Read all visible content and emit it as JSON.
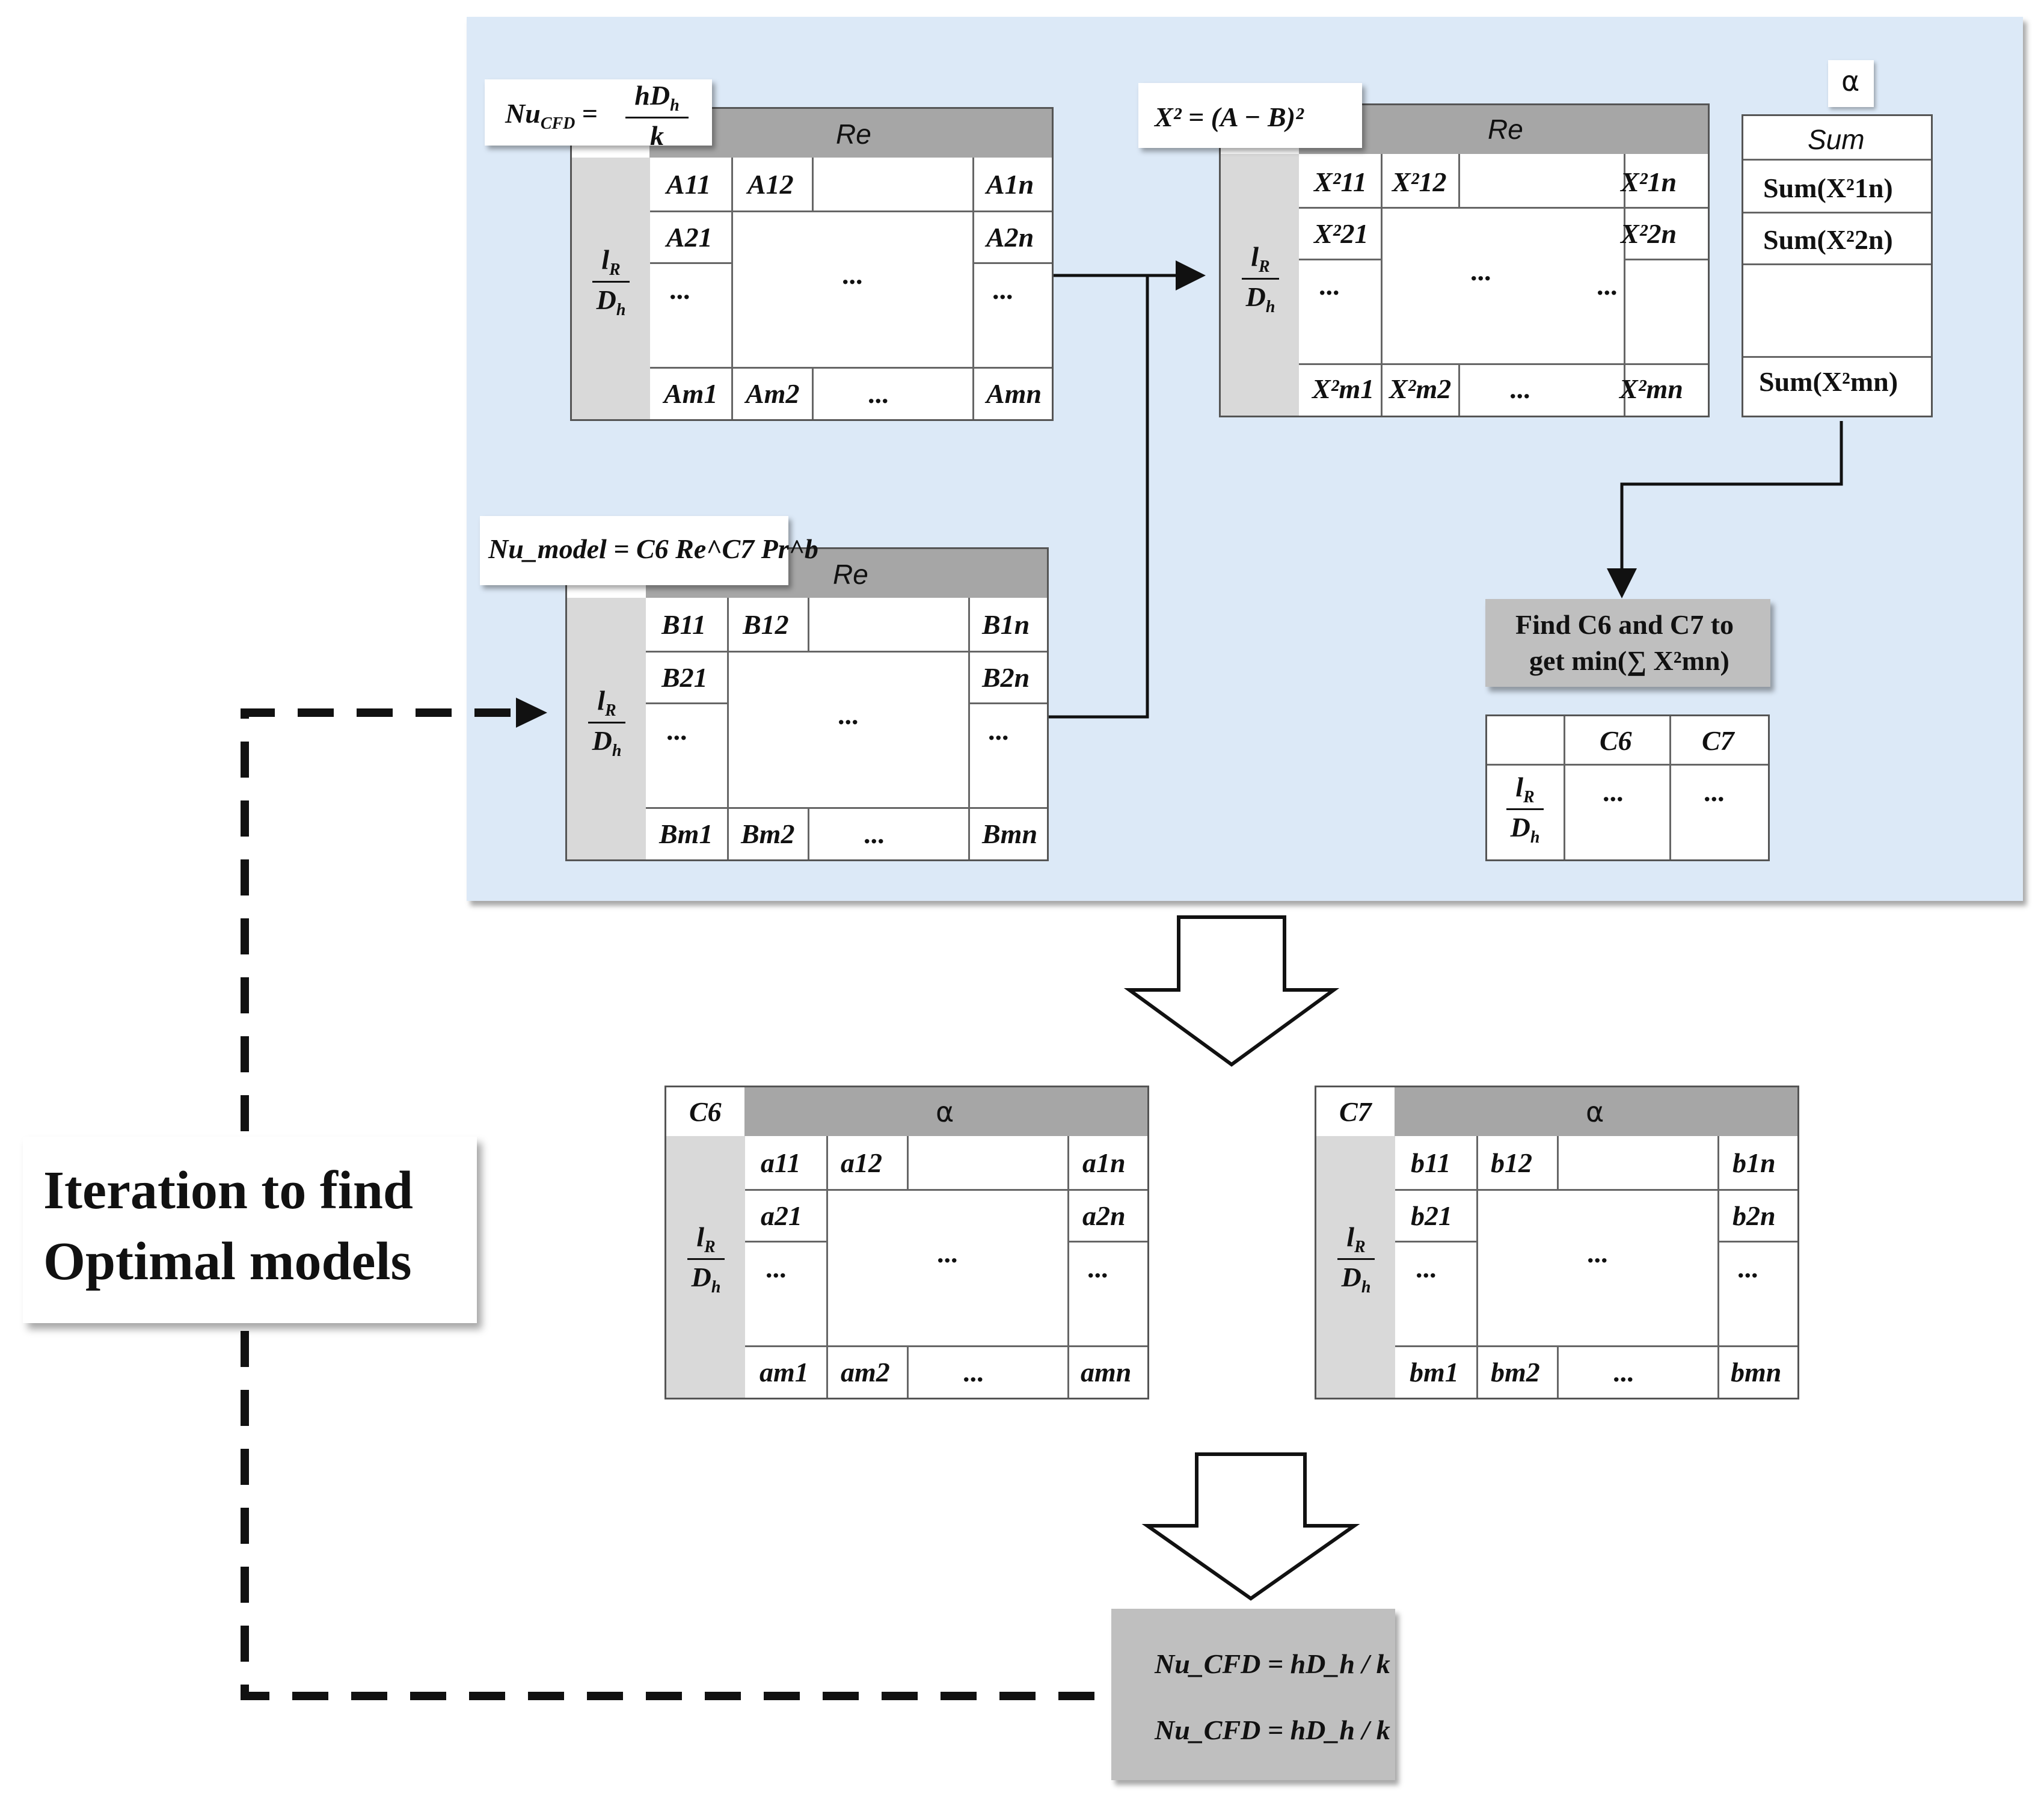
{
  "top_panel": {
    "cfd_formula": "Nu_CFD = hD_h / k",
    "cfd_formula_parts": {
      "lhs": "Nu",
      "lhs_sub": "CFD",
      "eq": "=",
      "num": "hD",
      "num_sub": "h",
      "den": "k"
    },
    "model_formula": "Nu_model = C6 Re^C7 Pr^b",
    "chi_formula": "X² = (A − B)²",
    "re_header": "Re",
    "row_header": {
      "num": "l",
      "num_sub": "R",
      "den": "D",
      "den_sub": "h"
    },
    "table_A": {
      "cells": [
        "A11",
        "A12",
        "A1n",
        "A21",
        "A2n",
        "...",
        "...",
        "...",
        "Am1",
        "Am2",
        "...",
        "Amn"
      ]
    },
    "table_B": {
      "cells": [
        "B11",
        "B12",
        "B1n",
        "B21",
        "B2n",
        "...",
        "...",
        "...",
        "Bm1",
        "Bm2",
        "...",
        "Bmn"
      ]
    },
    "table_X": {
      "cells": [
        "X²11",
        "X²12",
        "X²1n",
        "X²21",
        "X²2n",
        "...",
        "...",
        "...",
        "X²m1",
        "X²m2",
        "...",
        "X²mn"
      ]
    },
    "alpha_label": "α",
    "sum_header": "Sum",
    "sum_rows": [
      "Sum(X²1n)",
      "Sum(X²2n)",
      "Sum(X²mn)"
    ],
    "find_box": {
      "line1": "Find C6 and C7 to",
      "line2": "get min(∑ X²mn)"
    },
    "c_table": {
      "col1": "C6",
      "col2": "C7",
      "v1": "...",
      "v2": "..."
    }
  },
  "bottom": {
    "c6_table": {
      "corner": "C6",
      "header": "α",
      "cells": [
        "a11",
        "a12",
        "a1n",
        "a21",
        "a2n",
        "...",
        "...",
        "...",
        "am1",
        "am2",
        "...",
        "amn"
      ]
    },
    "c7_table": {
      "corner": "C7",
      "header": "α",
      "cells": [
        "b11",
        "b12",
        "b1n",
        "b21",
        "b2n",
        "...",
        "...",
        "...",
        "bm1",
        "bm2",
        "...",
        "bmn"
      ]
    },
    "iteration_label": {
      "line1": "Iteration to find",
      "line2": "Optimal models"
    },
    "final_box": {
      "line1": "Nu_CFD = hD_h / k",
      "line2": "Nu_CFD = hD_h / k"
    }
  }
}
